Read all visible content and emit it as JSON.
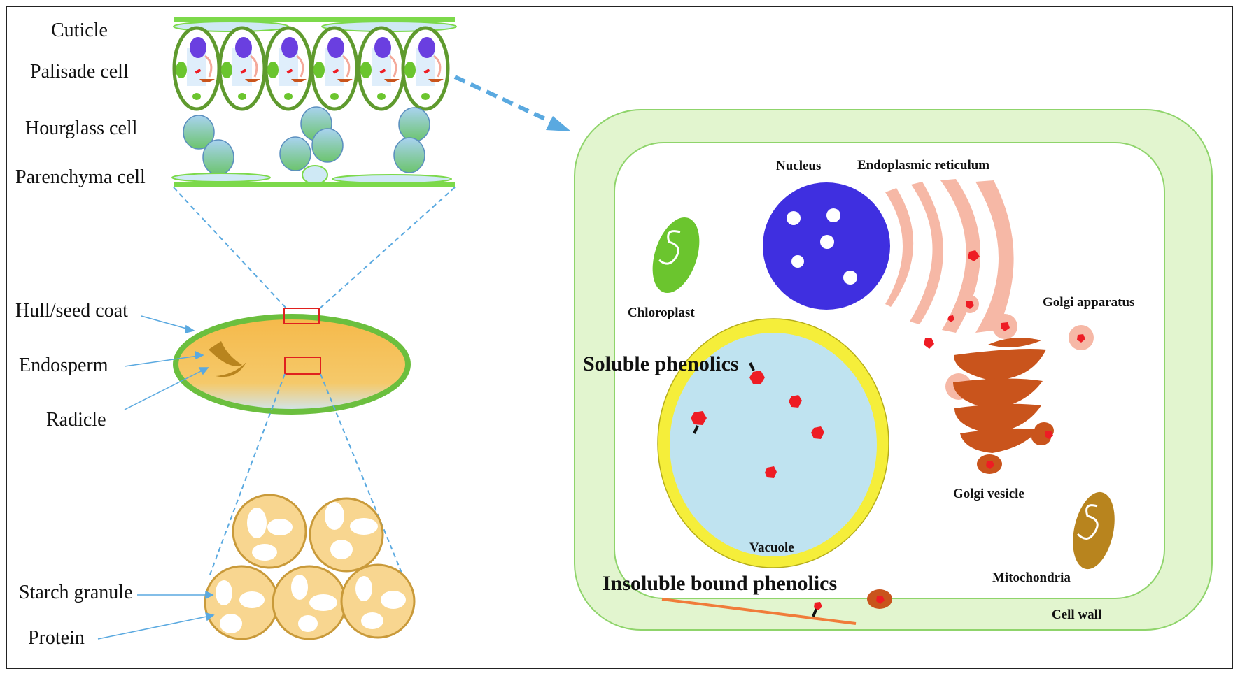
{
  "seed_labels": {
    "cuticle": "Cuticle",
    "palisade": "Palisade cell",
    "hourglass": "Hourglass cell",
    "parenchyma": "Parenchyma cell",
    "hull": "Hull/seed coat",
    "endosperm": "Endosperm",
    "radicle": "Radicle",
    "starch": "Starch granule",
    "protein": "Protein"
  },
  "cell_labels": {
    "nucleus": "Nucleus",
    "er": "Endoplasmic reticulum",
    "chloroplast": "Chloroplast",
    "golgi": "Golgi apparatus",
    "soluble": "Soluble phenolics",
    "golgi_vesicle": "Golgi vesicle",
    "vacuole": "Vacuole",
    "mitochondria": "Mitochondria",
    "insoluble": "Insoluble bound phenolics",
    "cell_wall": "Cell wall"
  },
  "colors": {
    "cell_wall_fill": "#e2f5cf",
    "cell_wall_stroke": "#8fd46b",
    "nucleus": "#3f2fe0",
    "er": "#f6b8a6",
    "vacuole_fill": "#bfe3f0",
    "vacuole_ring": "#f5ee3a",
    "phenolic": "#ee1c24",
    "golgi": "#c9541c",
    "chloroplast": "#6bc52e",
    "mitochondria": "#b8841e",
    "seed_fill": "#f5c159",
    "seed_coat": "#6bbf3e",
    "starch_fill": "#f8d690",
    "leader_line": "#5aa9e0"
  }
}
